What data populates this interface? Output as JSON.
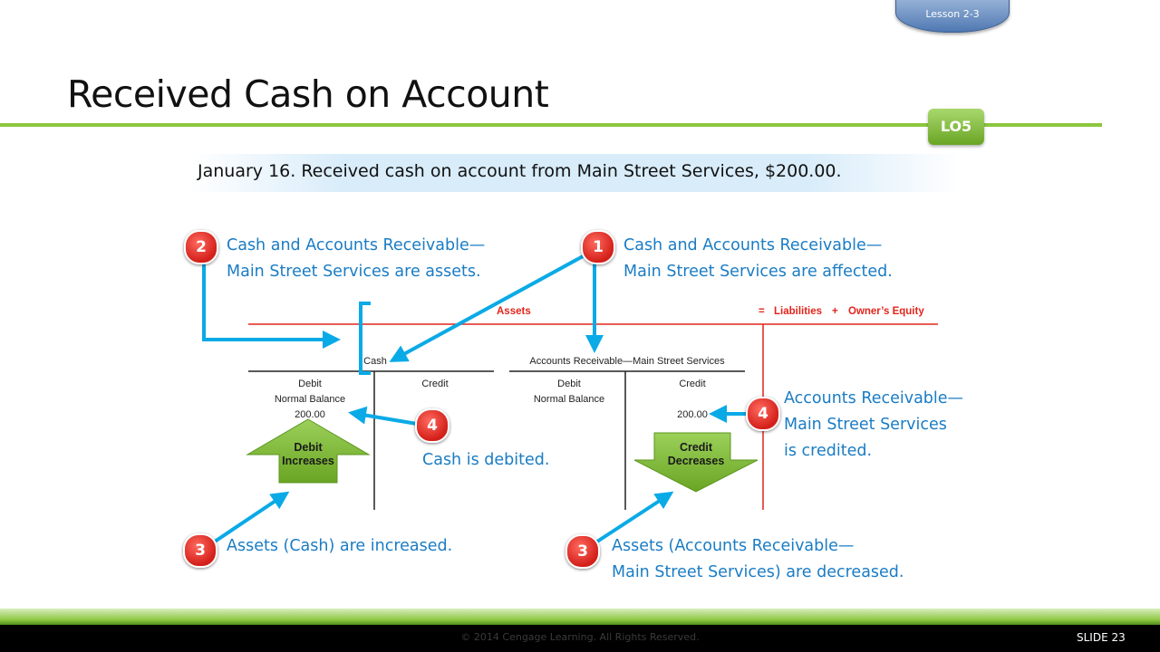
{
  "lesson_tab": "Lesson 2-3",
  "title": "Received Cash on Account",
  "lo_badge": "LO5",
  "event": "January 16. Received cash on account  from Main Street Services, $200.00.",
  "steps": {
    "step1": {
      "number": "1",
      "line1": "Cash and Accounts Receivable—",
      "line2": "Main Street Services are affected."
    },
    "step2": {
      "number": "2",
      "line1": "Cash and Accounts Receivable—",
      "line2": "Main Street Services are assets."
    },
    "step3_left": {
      "number": "3",
      "line1": "Assets (Cash) are increased."
    },
    "step3_right": {
      "number": "3",
      "line1": "Assets (Accounts Receivable—",
      "line2": "Main Street Services) are decreased."
    },
    "step4_left": {
      "number": "4",
      "line1": "Cash is debited."
    },
    "step4_right": {
      "number": "4",
      "line1": "Accounts Receivable—",
      "line2": "Main Street Services",
      "line3": "is credited."
    }
  },
  "equation": {
    "assets": "Assets",
    "eq": "=",
    "liabilities": "Liabilities",
    "plus": "+",
    "equity": "Owner’s Equity"
  },
  "accounts": {
    "cash": {
      "name": "Cash",
      "debit": "Debit",
      "normal": "Normal Balance",
      "credit": "Credit",
      "amount": "200.00"
    },
    "ar": {
      "name": "Accounts Receivable—Main Street Services",
      "debit": "Debit",
      "normal": "Normal Balance",
      "credit": "Credit",
      "amount": "200.00"
    }
  },
  "arrows": {
    "increase": [
      "Debit",
      "Increases"
    ],
    "decrease": [
      "Credit",
      "Decreases"
    ]
  },
  "colors": {
    "accent_green": "#8cc63f",
    "step_blue": "#1a7cc4",
    "arrow_blue": "#0aaae6",
    "badge_red": "#d3201a",
    "equation_red": "#e1251b"
  },
  "footer": {
    "copyright": "© 2014 Cengage Learning. All Rights Reserved.",
    "slide": "SLIDE 23"
  }
}
